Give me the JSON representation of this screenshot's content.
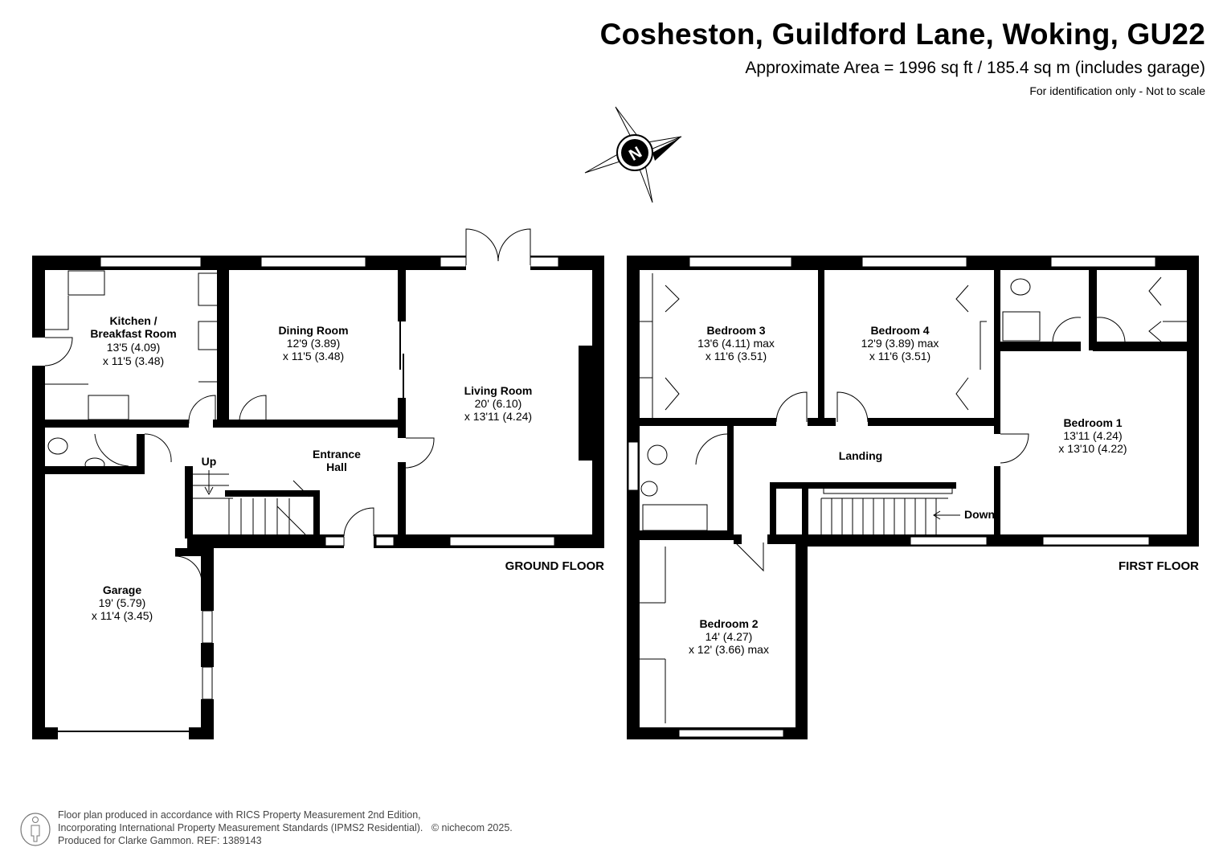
{
  "header": {
    "title": "Cosheston, Guildford Lane, Woking, GU22",
    "area": "Approximate Area = 1996 sq ft / 185.4 sq m (includes garage)",
    "note": "For identification only - Not to scale"
  },
  "compass": {
    "label": "N"
  },
  "ground_floor": {
    "label": "GROUND FLOOR",
    "rooms": {
      "kitchen": {
        "name1": "Kitchen /",
        "name2": "Breakfast Room",
        "dim1": "13'5 (4.09)",
        "dim2": "x 11'5 (3.48)"
      },
      "dining": {
        "name": "Dining Room",
        "dim1": "12'9 (3.89)",
        "dim2": "x 11'5 (3.48)"
      },
      "living": {
        "name": "Living Room",
        "dim1": "20' (6.10)",
        "dim2": "x 13'11 (4.24)"
      },
      "hall": {
        "name1": "Entrance",
        "name2": "Hall"
      },
      "garage": {
        "name": "Garage",
        "dim1": "19' (5.79)",
        "dim2": "x 11'4 (3.45)"
      }
    },
    "stairs_label": "Up"
  },
  "first_floor": {
    "label": "FIRST FLOOR",
    "rooms": {
      "bedroom3": {
        "name": "Bedroom 3",
        "dim1": "13'6 (4.11) max",
        "dim2": "x 11'6 (3.51)"
      },
      "bedroom4": {
        "name": "Bedroom 4",
        "dim1": "12'9 (3.89) max",
        "dim2": "x 11'6 (3.51)"
      },
      "bedroom1": {
        "name": "Bedroom 1",
        "dim1": "13'11 (4.24)",
        "dim2": "x 13'10 (4.22)"
      },
      "landing": {
        "name": "Landing"
      },
      "bedroom2": {
        "name": "Bedroom 2",
        "dim1": "14' (4.27)",
        "dim2": "x 12' (3.66) max"
      }
    },
    "stairs_label": "Down"
  },
  "footer": {
    "line1": "Floor plan produced in accordance with RICS Property Measurement 2nd Edition,",
    "line2": "Incorporating International Property Measurement Standards (IPMS2 Residential).",
    "copyright": "© nichecom 2025.",
    "line3": "Produced for Clarke Gammon.   REF:  1389143"
  }
}
